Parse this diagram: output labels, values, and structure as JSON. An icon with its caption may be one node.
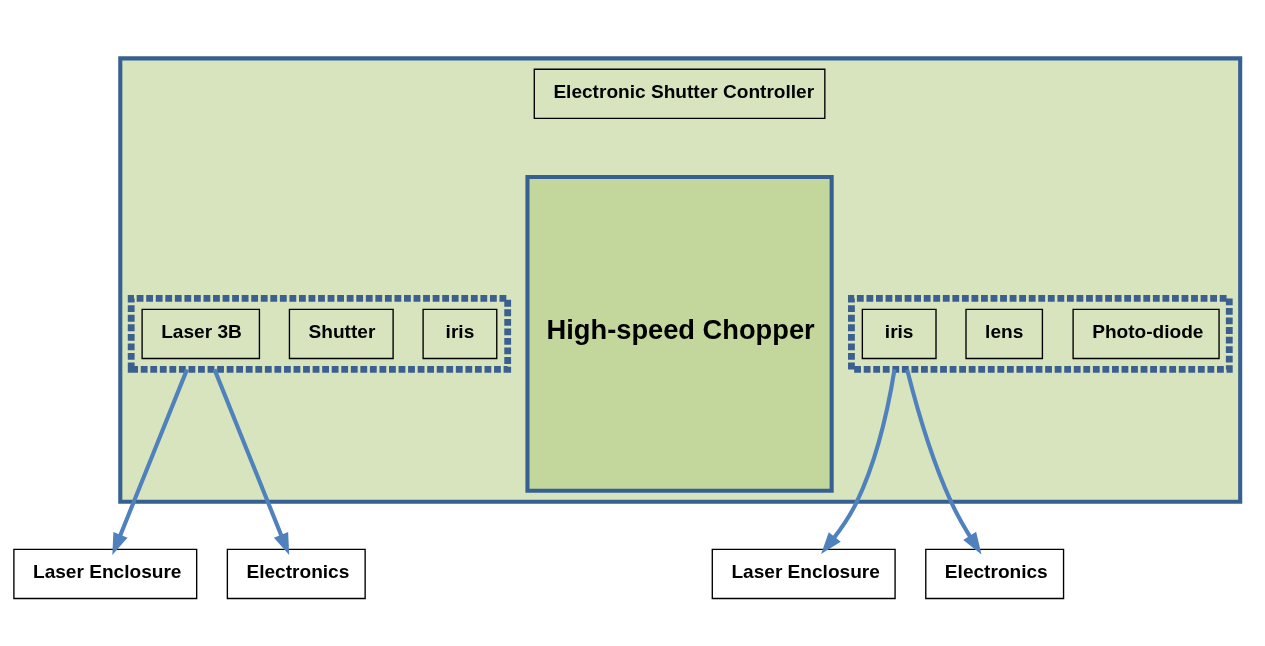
{
  "diagram": {
    "nodes": [
      {
        "text": [],
        "shape": "box"
      },
      {
        "text": [
          "Electronic Shutter Controller"
        ],
        "in": 0
      },
      {
        "text": [],
        "shape": "box",
        "in": 0
      },
      {
        "text": [
          "Laser 3B"
        ],
        "in": 2
      },
      {
        "text": [
          "Shutter"
        ],
        "in": 2
      },
      {
        "text": [
          "iris"
        ],
        "in": 2
      },
      {
        "text": [
          "High-speed Chopper"
        ],
        "in": 0
      },
      {
        "text": [],
        "shape": "box",
        "in": 0
      },
      {
        "text": [
          "iris"
        ],
        "in": 7
      },
      {
        "text": [
          "lens"
        ],
        "in": 7
      },
      {
        "text": [
          "Photo-diode"
        ],
        "in": 7
      },
      {
        "text": [
          "Laser Enclosure"
        ]
      },
      {
        "text": [
          "Electronics"
        ]
      },
      {
        "text": [
          "Laser Enclosure"
        ]
      },
      {
        "text": [
          "Electronics"
        ]
      }
    ],
    "edges": [
      {
        "from": 2,
        "to": 11,
        "arrow": "to"
      },
      {
        "from": 2,
        "to": 12,
        "arrow": "to"
      },
      {
        "from": 7,
        "to": 13,
        "arrow": "to"
      },
      {
        "from": 7,
        "to": 14,
        "arrow": "to"
      }
    ]
  }
}
